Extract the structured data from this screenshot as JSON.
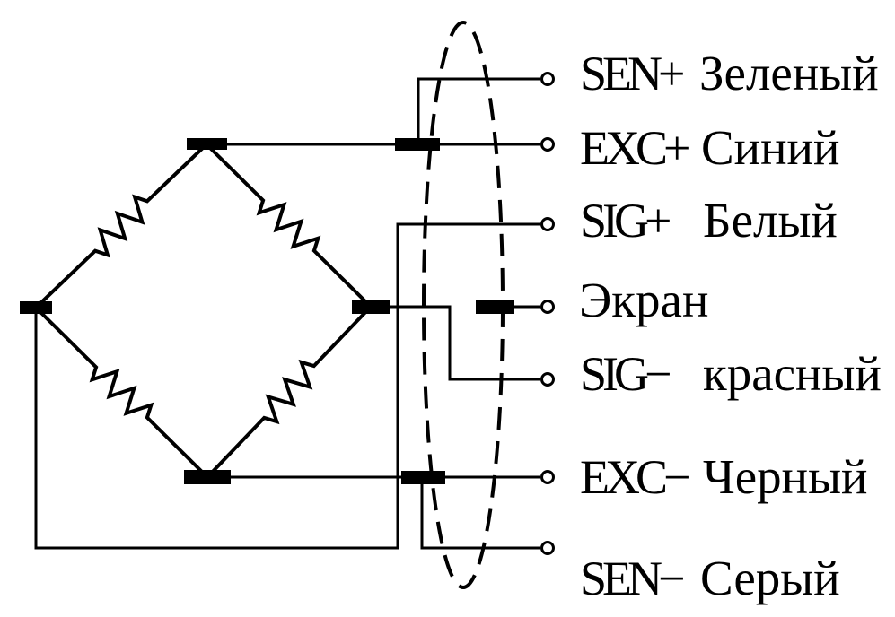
{
  "diagram": {
    "kind": "load-cell-wheatstone-bridge-wiring",
    "background_color": "#ffffff",
    "line_color": "#000000",
    "terminals": [
      {
        "signal": "SEN+",
        "wire_color_name": "Зеленый"
      },
      {
        "signal": "EXC+",
        "wire_color_name": "Синий"
      },
      {
        "signal": "SIG+",
        "wire_color_name": "Белый"
      },
      {
        "signal": "Экран",
        "wire_color_name": ""
      },
      {
        "signal": "SIG−",
        "wire_color_name": "красный"
      },
      {
        "signal": "EXC−",
        "wire_color_name": "Черный"
      },
      {
        "signal": "SEN−",
        "wire_color_name": "Серый"
      }
    ],
    "bridge": {
      "topology": "wheatstone",
      "resistor_count": 4,
      "solder_joint_count": 7
    },
    "cable": {
      "shield_symbol": "dashed-ellipse",
      "terminal_count": 7
    }
  }
}
